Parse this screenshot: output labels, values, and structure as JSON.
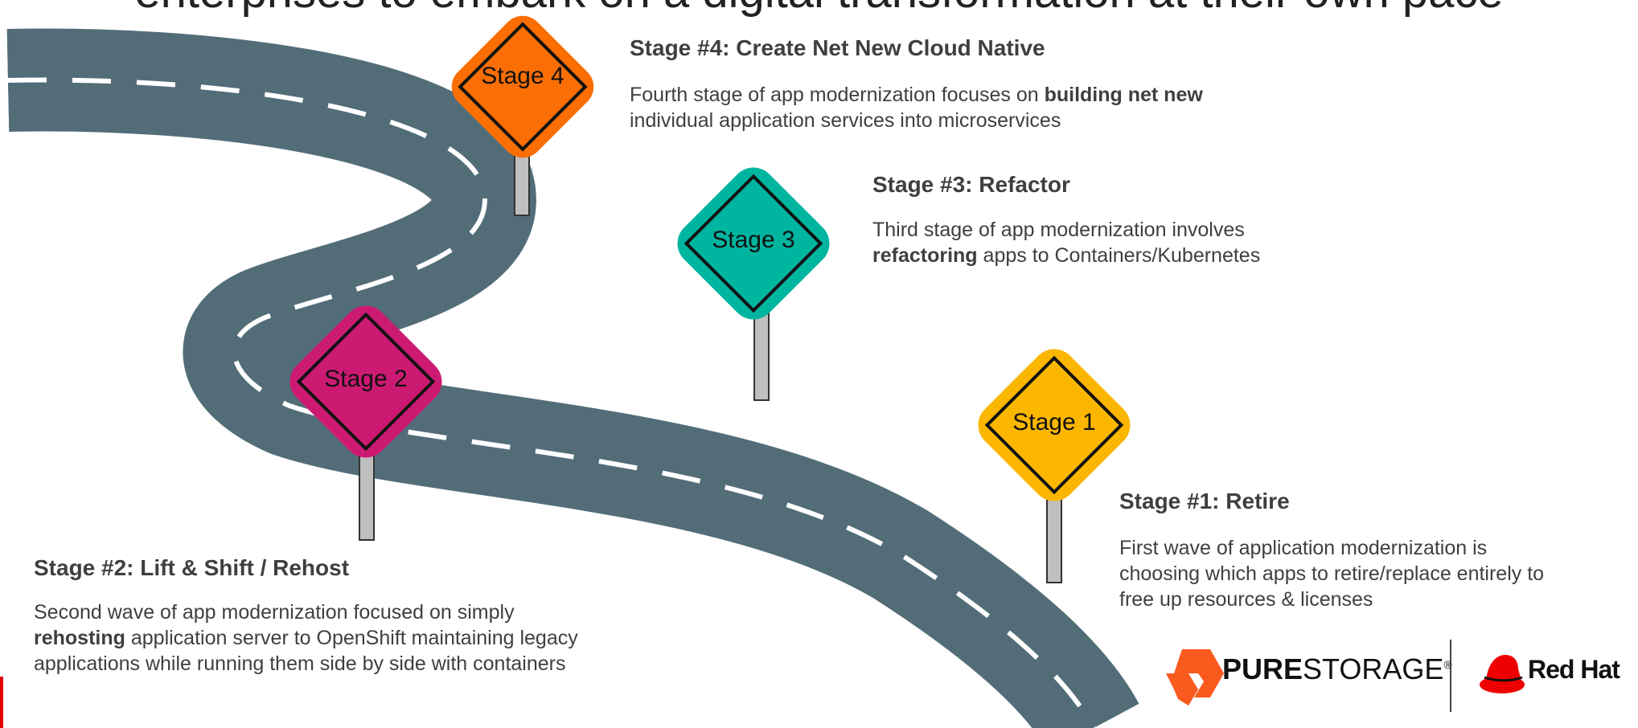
{
  "headline": "enterprises to embark on a digital transformation at their own pace",
  "stages": [
    {
      "sign": "Stage 1",
      "sign_color": "#fbb600",
      "title": "Stage #1: Retire",
      "desc_parts": [
        "First wave of application modernization is choosing which apps to retire/replace entirely to free up resources & licenses"
      ]
    },
    {
      "sign": "Stage 2",
      "sign_color": "#cc1a73",
      "title": "Stage #2: Lift & Shift / Rehost",
      "desc_line1": "Second wave of app modernization focused on simply",
      "desc_bold": "rehosting",
      "desc_line2": " application server to OpenShift maintaining legacy applications while running them side by side with containers"
    },
    {
      "sign": "Stage 3",
      "sign_color": "#00b59f",
      "title": "Stage #3: Refactor",
      "desc_line1": "Third stage of app modernization involves",
      "desc_bold": "refactoring",
      "desc_line2": " apps to Containers/Kubernetes"
    },
    {
      "sign": "Stage 4",
      "sign_color": "#fa6e04",
      "title": "Stage #4: Create Net New Cloud Native",
      "desc_line1": "Fourth stage of app modernization focuses on ",
      "desc_bold": "building net new",
      "desc_line2": "individual application services into microservices"
    }
  ],
  "logos": {
    "pure_bold": "PURE",
    "pure_light": "STORAGE",
    "pure_reg": "®",
    "pure_color": "#fa5a1e",
    "redhat": "Red Hat",
    "redhat_color": "#ee0000"
  },
  "colors": {
    "road": "#526d78",
    "road_line": "#ffffff",
    "text": "#3f3f3f"
  }
}
